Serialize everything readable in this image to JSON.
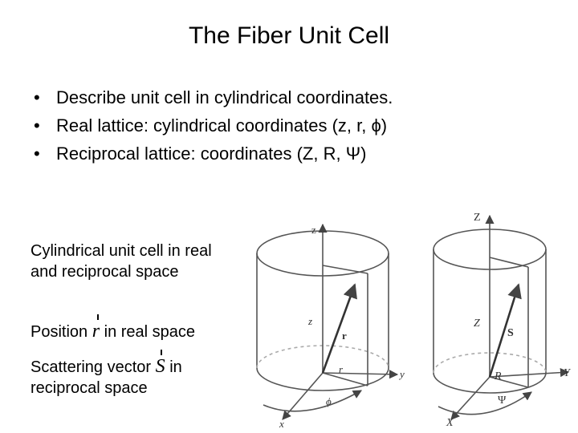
{
  "slide": {
    "title": "The Fiber Unit Cell",
    "bullets": [
      "Describe unit cell in cylindrical coordinates.",
      "Real lattice: cylindrical coordinates (z, r, ϕ)",
      "Reciprocal lattice: coordinates (Z, R, Ψ)"
    ],
    "bullet_symbol": "•"
  },
  "captions": {
    "intro": "Cylindrical unit cell in real and reciprocal space",
    "position_prefix": "Position",
    "position_symbol": "r",
    "position_suffix": "in real space",
    "scatter_prefix": "Scattering vector",
    "scatter_symbol": "S",
    "scatter_suffix": "in",
    "scatter_line2": "reciprocal space"
  },
  "diagram": {
    "real": {
      "axis_z": "z",
      "axis_y": "y",
      "axis_x": "x",
      "height": "z",
      "vector": "r",
      "angle": "ϕ",
      "radius": "r"
    },
    "reciprocal": {
      "axis_z": "Z",
      "axis_y": "Y",
      "axis_x": "X",
      "height": "Z",
      "vector": "S",
      "angle": "Ψ",
      "radius": "R"
    }
  }
}
